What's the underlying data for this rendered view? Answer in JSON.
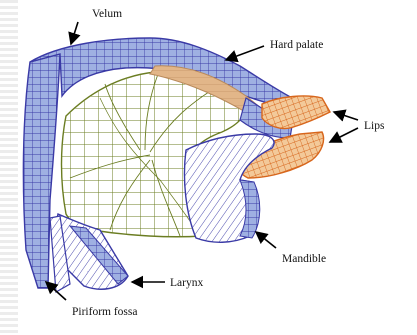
{
  "labels": {
    "velum": "Velum",
    "hard_palate": "Hard palate",
    "lips": "Lips",
    "mandible": "Mandible",
    "larynx": "Larynx",
    "piriform_fossa": "Piriform fossa"
  },
  "colors": {
    "outline_blue": "#3a3aa6",
    "fill_blue": "#9fb0e2",
    "tongue_green": "#6b7d22",
    "palate_tan": "#d9a976",
    "lip_orange": "#d7661c",
    "lip_fill": "#f3c999"
  }
}
